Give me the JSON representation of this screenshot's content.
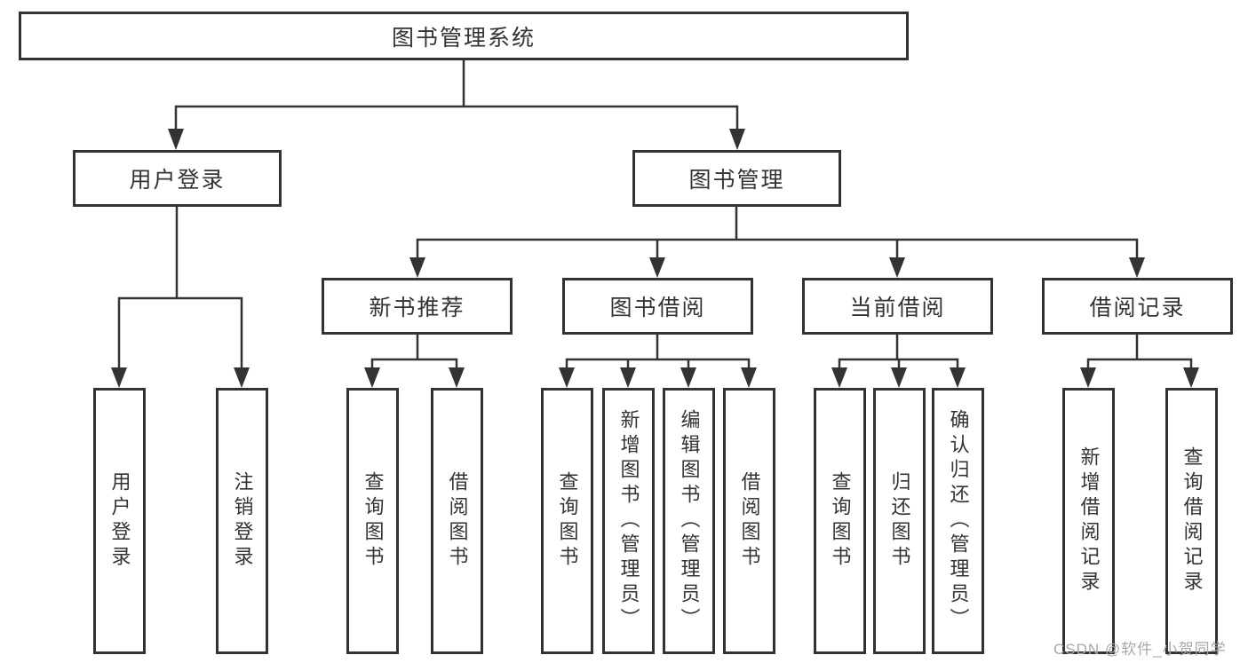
{
  "diagram": {
    "title": "图书管理系统",
    "root": {
      "label": "图书管理系统"
    },
    "level2": {
      "user_login": {
        "label": "用户登录"
      },
      "book_mgmt": {
        "label": "图书管理"
      }
    },
    "level3": {
      "new_book_rec": {
        "label": "新书推荐"
      },
      "book_borrow": {
        "label": "图书借阅"
      },
      "current_borrow": {
        "label": "当前借阅"
      },
      "borrow_record": {
        "label": "借阅记录"
      }
    },
    "leaves": {
      "user_login": {
        "label": "用户登录"
      },
      "logout": {
        "label": "注销登录"
      },
      "rec_query_books": {
        "label": "查询图书"
      },
      "rec_borrow_books": {
        "label": "借阅图书"
      },
      "bb_query_books": {
        "label": "查询图书"
      },
      "bb_add_book_admin": {
        "label": "新增图书（管理员）"
      },
      "bb_edit_book_admin": {
        "label": "编辑图书（管理员）"
      },
      "bb_borrow_books": {
        "label": "借阅图书"
      },
      "cb_query_books": {
        "label": "查询图书"
      },
      "cb_return_book": {
        "label": "归还图书"
      },
      "cb_confirm_return_admin": {
        "label": "确认归还（管理员）"
      },
      "br_add_record": {
        "label": "新增借阅记录"
      },
      "br_query_record": {
        "label": "查询借阅记录"
      }
    },
    "colors": {
      "line": "#333333",
      "box_border": "#333333",
      "text": "#333333",
      "background": "#ffffff",
      "watermark": "#a8a8a8"
    },
    "watermark": "CSDN @软件_小贺同学"
  }
}
